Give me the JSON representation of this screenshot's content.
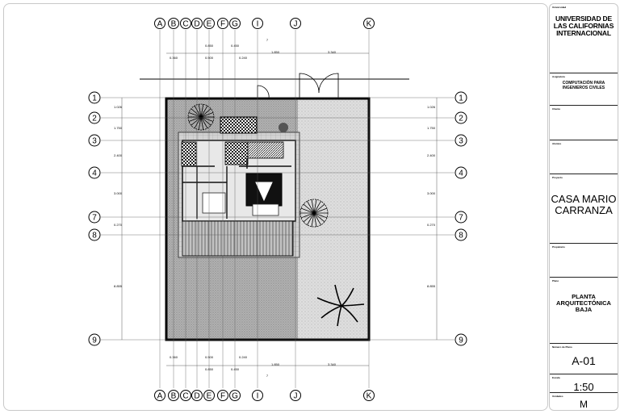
{
  "grid": {
    "letters": [
      "A",
      "B",
      "C",
      "D",
      "E",
      "F",
      "G",
      "I",
      "J",
      "K"
    ],
    "numbers_left": [
      "1",
      "2",
      "3",
      "4",
      "7",
      "8",
      "9"
    ],
    "numbers_right": [
      "1",
      "2",
      "3",
      "4",
      "7",
      "8",
      "9"
    ]
  },
  "dimensions": {
    "top": [
      "0.850",
      "0.450",
      "0.360",
      "0.500",
      "0.240",
      "1.850",
      "3.340",
      "7"
    ],
    "bottom": [
      "0.360",
      "0.500",
      "0.850",
      "0.240",
      "0.450",
      "1.850",
      "3.340",
      "7"
    ],
    "left": [
      "1.026",
      "1.750",
      "2.400",
      "3.000",
      "0.270",
      "8.855"
    ],
    "right": [
      "1.026",
      "1.750",
      "2.400",
      "3.000",
      "0.270",
      "8.855"
    ]
  },
  "title_block": {
    "university_label": "Universidad",
    "university": "UNIVERSIDAD DE LAS CALIFORNIAS INTERNACIONAL",
    "subject_label": "Asignatura",
    "subject": "COMPUTACIÓN PARA INGENIEROS CIVILES",
    "client_label": "Cliente",
    "author_label": "Alumno",
    "project_label": "Proyecto",
    "project": "CASA MARIO CARRANZA",
    "owner_label": "Propietario",
    "plan_label": "Plano",
    "plan": "PLANTA ARQUITECTÓNICA BAJA",
    "sheet_label": "Número de Plano",
    "sheet": "A-01",
    "scale_label": "Escala",
    "scale": "1:50",
    "units_label": "Unidades",
    "units": "M"
  }
}
